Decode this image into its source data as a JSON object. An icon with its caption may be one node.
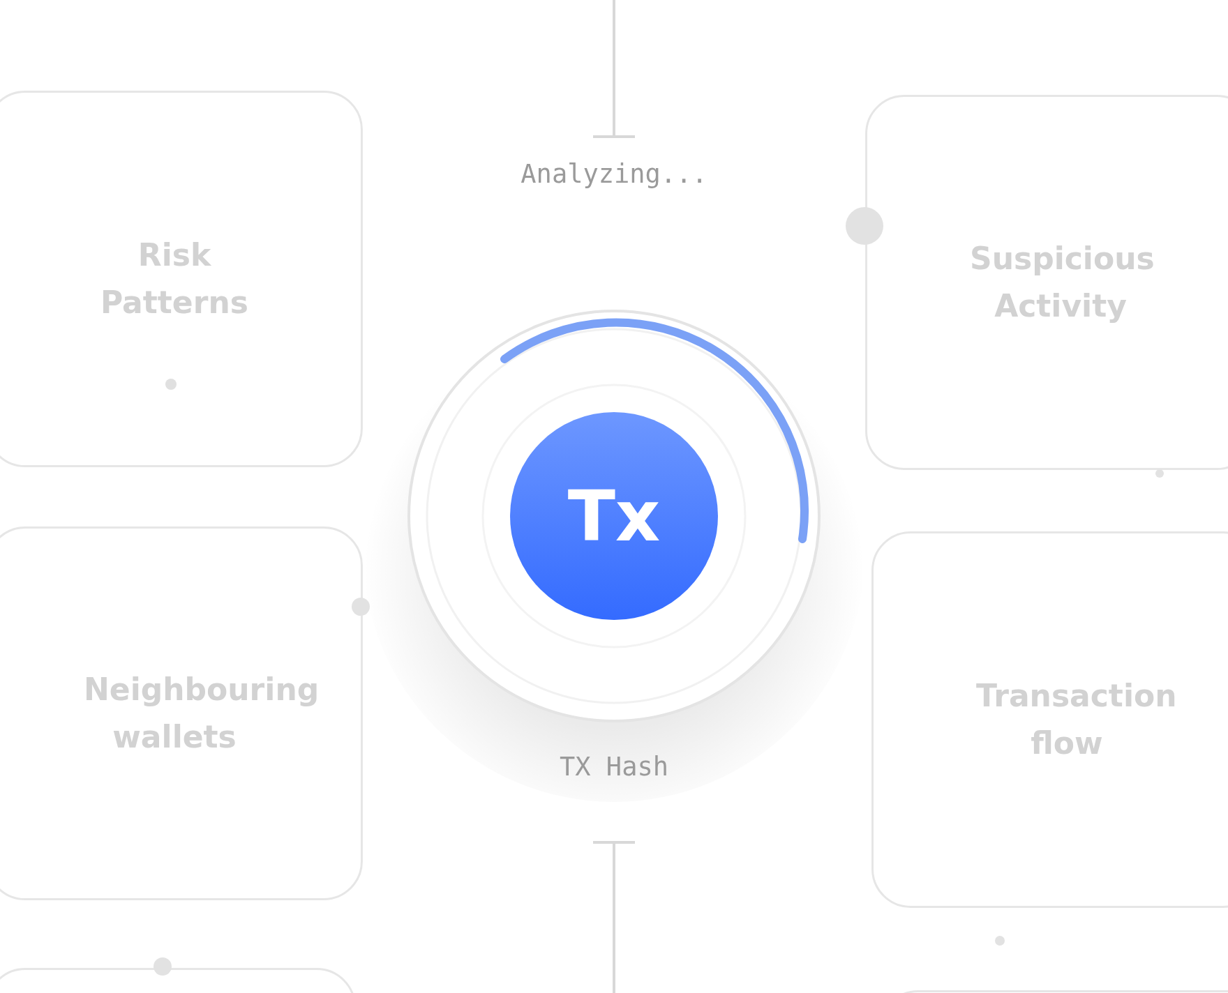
{
  "diagram": {
    "nodes": [
      {
        "text": [
          "Risk Patterns"
        ]
      },
      {
        "text": [
          "Suspicious Activity"
        ]
      },
      {
        "text": [
          "Tx"
        ]
      },
      {
        "text": [
          "Neighbouring wallets"
        ]
      },
      {
        "text": [
          "Transaction flow"
        ]
      },
      {
        "text": [],
        "shape": "box"
      },
      {
        "text": [],
        "shape": "box"
      }
    ],
    "labels": [
      "Analyzing...",
      "TX Hash"
    ]
  }
}
